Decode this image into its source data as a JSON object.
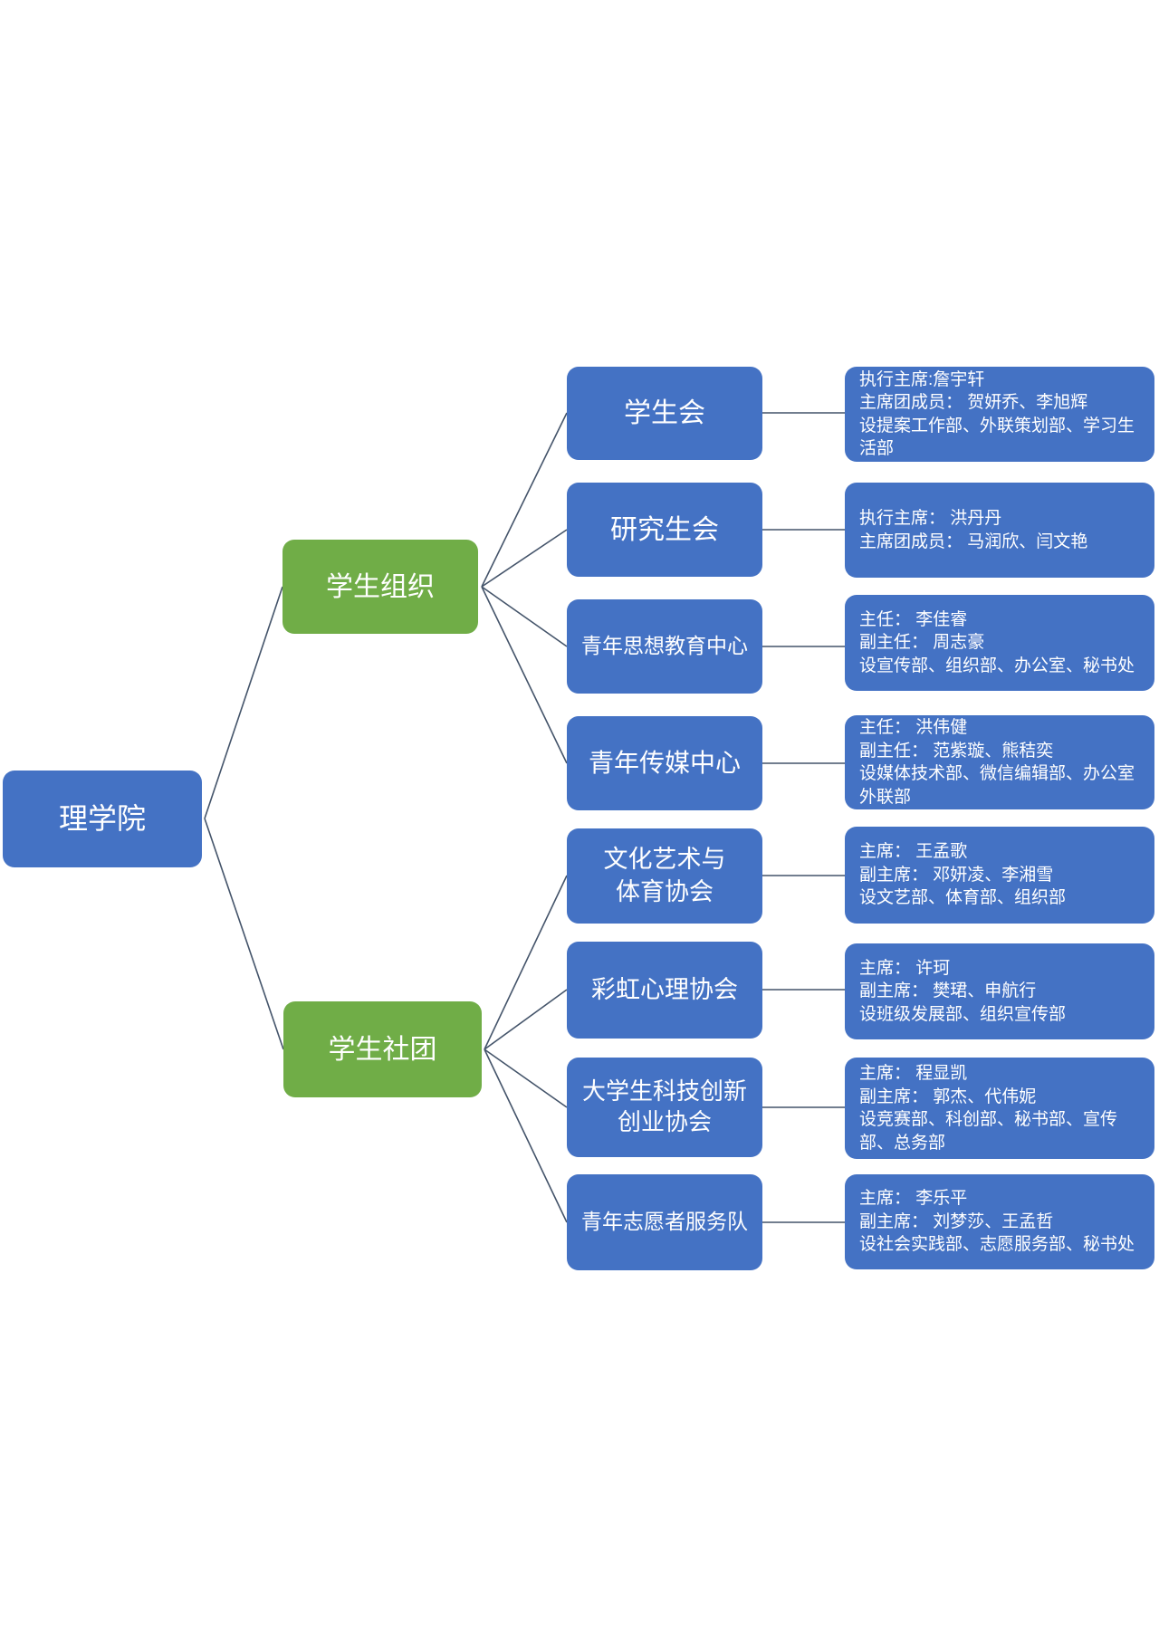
{
  "colors": {
    "node_blue": "#4472C4",
    "node_green": "#70AD47",
    "connector": "#44546A",
    "text": "#ffffff"
  },
  "root": {
    "label": "理学院"
  },
  "branches": [
    {
      "label": "学生组织",
      "children": [
        {
          "label": "学生会",
          "detail_lines": [
            "执行主席:詹宇轩",
            "主席团成员： 贺妍乔、李旭辉",
            "设提案工作部、外联策划部、学习生活部"
          ]
        },
        {
          "label": "研究生会",
          "detail_lines": [
            "执行主席： 洪丹丹",
            "主席团成员： 马润欣、闫文艳"
          ]
        },
        {
          "label": "青年思想教育中心",
          "detail_lines": [
            "主任： 李佳睿",
            "副主任： 周志豪",
            "设宣传部、组织部、办公室、秘书处"
          ]
        },
        {
          "label": "青年传媒中心",
          "detail_lines": [
            "主任： 洪伟健",
            "副主任： 范紫璇、熊秸奕",
            "设媒体技术部、微信编辑部、办公室外联部"
          ]
        }
      ]
    },
    {
      "label": "学生社团",
      "children": [
        {
          "label": "文化艺术与\n体育协会",
          "detail_lines": [
            "主席： 王孟歌",
            "副主席： 邓妍凌、李湘雪",
            "设文艺部、体育部、组织部"
          ]
        },
        {
          "label": "彩虹心理协会",
          "detail_lines": [
            "主席： 许珂",
            "副主席： 樊珺、申航行",
            "设班级发展部、组织宣传部"
          ]
        },
        {
          "label": "大学生科技创新\n创业协会",
          "detail_lines": [
            "主席： 程显凯",
            "副主席： 郭杰、代伟妮",
            "设竞赛部、科创部、秘书部、宣传部、总务部"
          ]
        },
        {
          "label": "青年志愿者服务队",
          "detail_lines": [
            "主席： 李乐平",
            "副主席： 刘梦莎、王孟哲",
            "设社会实践部、志愿服务部、秘书处"
          ]
        }
      ]
    }
  ]
}
